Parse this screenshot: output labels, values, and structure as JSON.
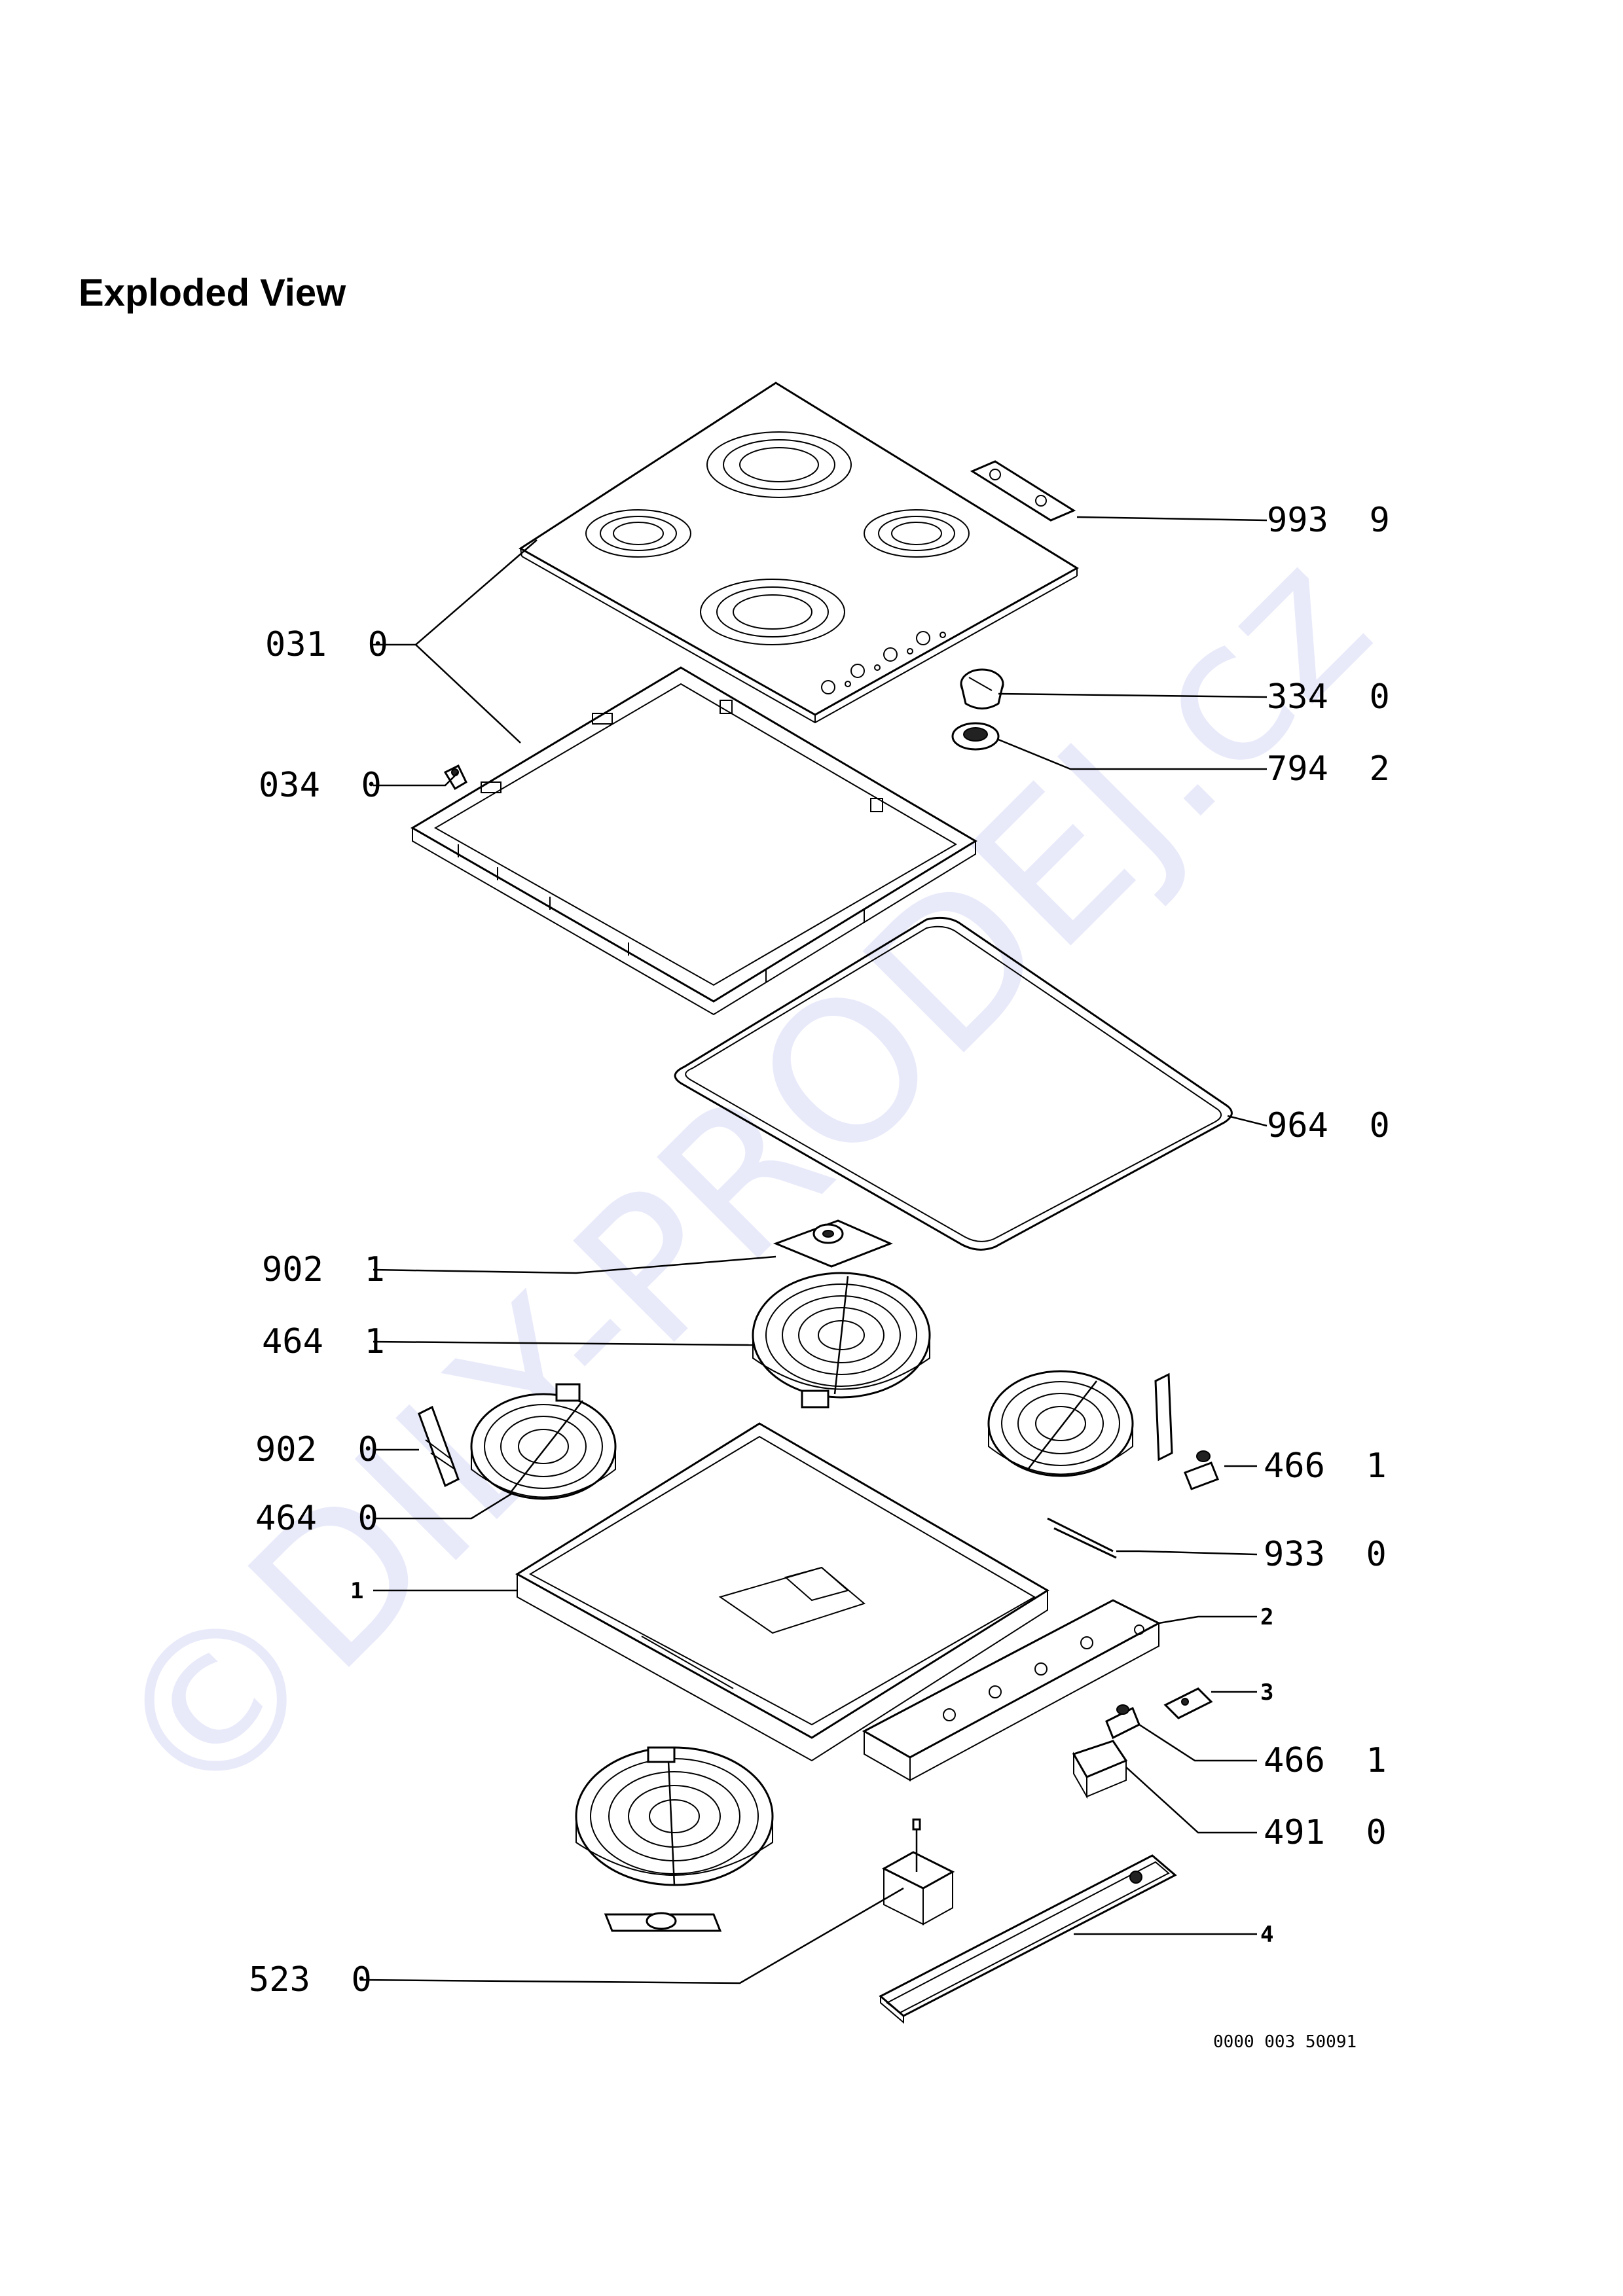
{
  "title": "Exploded View",
  "watermark": "©DILY-PRODEJ.cz",
  "drawing_code": "0000 003 50091",
  "callouts": [
    {
      "id": "c-9939",
      "label": "993  9"
    },
    {
      "id": "c-0310",
      "label": "031  0"
    },
    {
      "id": "c-3340",
      "label": "334  0"
    },
    {
      "id": "c-7942",
      "label": "794  2"
    },
    {
      "id": "c-0340",
      "label": "034  0"
    },
    {
      "id": "c-9640",
      "label": "964  0"
    },
    {
      "id": "c-9021",
      "label": "902  1"
    },
    {
      "id": "c-4641",
      "label": "464  1"
    },
    {
      "id": "c-9020",
      "label": "902  0"
    },
    {
      "id": "c-4661a",
      "label": "466  1"
    },
    {
      "id": "c-4640",
      "label": "464  0"
    },
    {
      "id": "c-9330",
      "label": "933  0"
    },
    {
      "id": "c-1",
      "label": "1"
    },
    {
      "id": "c-2",
      "label": "2"
    },
    {
      "id": "c-3",
      "label": "3"
    },
    {
      "id": "c-4661b",
      "label": "466  1"
    },
    {
      "id": "c-4910",
      "label": "491  0"
    },
    {
      "id": "c-4",
      "label": "4"
    },
    {
      "id": "c-5230",
      "label": "523  0"
    }
  ]
}
